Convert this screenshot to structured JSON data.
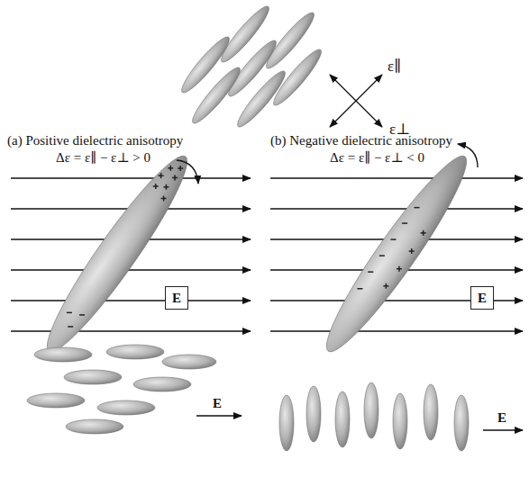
{
  "diagram": {
    "nodes": [
      {
        "text": [
          "E"
        ]
      },
      {
        "text": [
          "E"
        ]
      }
    ],
    "labels": [
      "ε∥",
      "ε⊥",
      "(a) Positive dielectric anisotropy",
      "Δε = ε∥ − ε⊥ > 0",
      "(b) Negative dielectric anisotropy",
      "Δε = ε∥ − ε⊥ < 0",
      "E",
      "E"
    ]
  }
}
